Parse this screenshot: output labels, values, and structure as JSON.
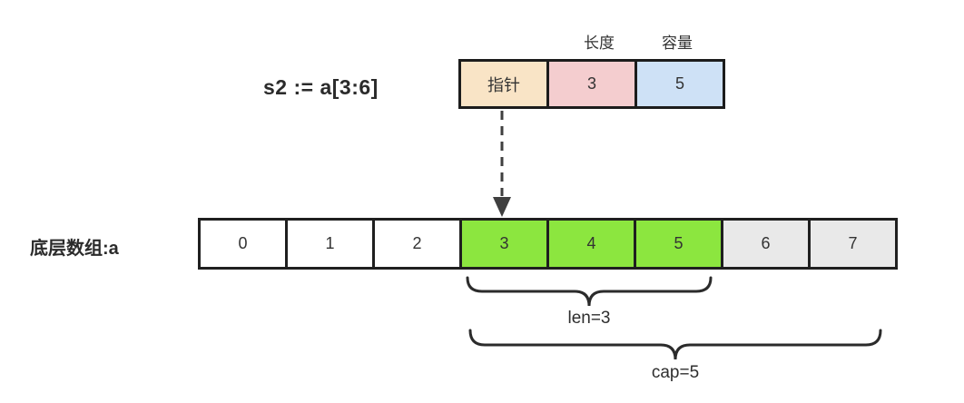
{
  "expression": "s2 := a[3:6]",
  "slice_header": {
    "length_label": "长度",
    "capacity_label": "容量",
    "cells": [
      {
        "name": "pointer",
        "text": "指针"
      },
      {
        "name": "length",
        "text": "3"
      },
      {
        "name": "capacity",
        "text": "5"
      }
    ]
  },
  "array": {
    "label": "底层数组:a",
    "cells": [
      {
        "value": "0",
        "state": "plain"
      },
      {
        "value": "1",
        "state": "plain"
      },
      {
        "value": "2",
        "state": "plain"
      },
      {
        "value": "3",
        "state": "slice"
      },
      {
        "value": "4",
        "state": "slice"
      },
      {
        "value": "5",
        "state": "slice"
      },
      {
        "value": "6",
        "state": "spare"
      },
      {
        "value": "7",
        "state": "spare"
      }
    ]
  },
  "annotations": {
    "len_label": "len=3",
    "cap_label": "cap=5"
  },
  "colors": {
    "pointer_cell": "#F9E4C6",
    "length_cell": "#F4CDCF",
    "capacity_cell": "#CEE1F6",
    "slice_cell": "#8CE63F",
    "spare_cell": "#E9E9E9",
    "border": "#1F1F1F",
    "arrow": "#3F3F3F",
    "text": "#2B2B2B"
  }
}
